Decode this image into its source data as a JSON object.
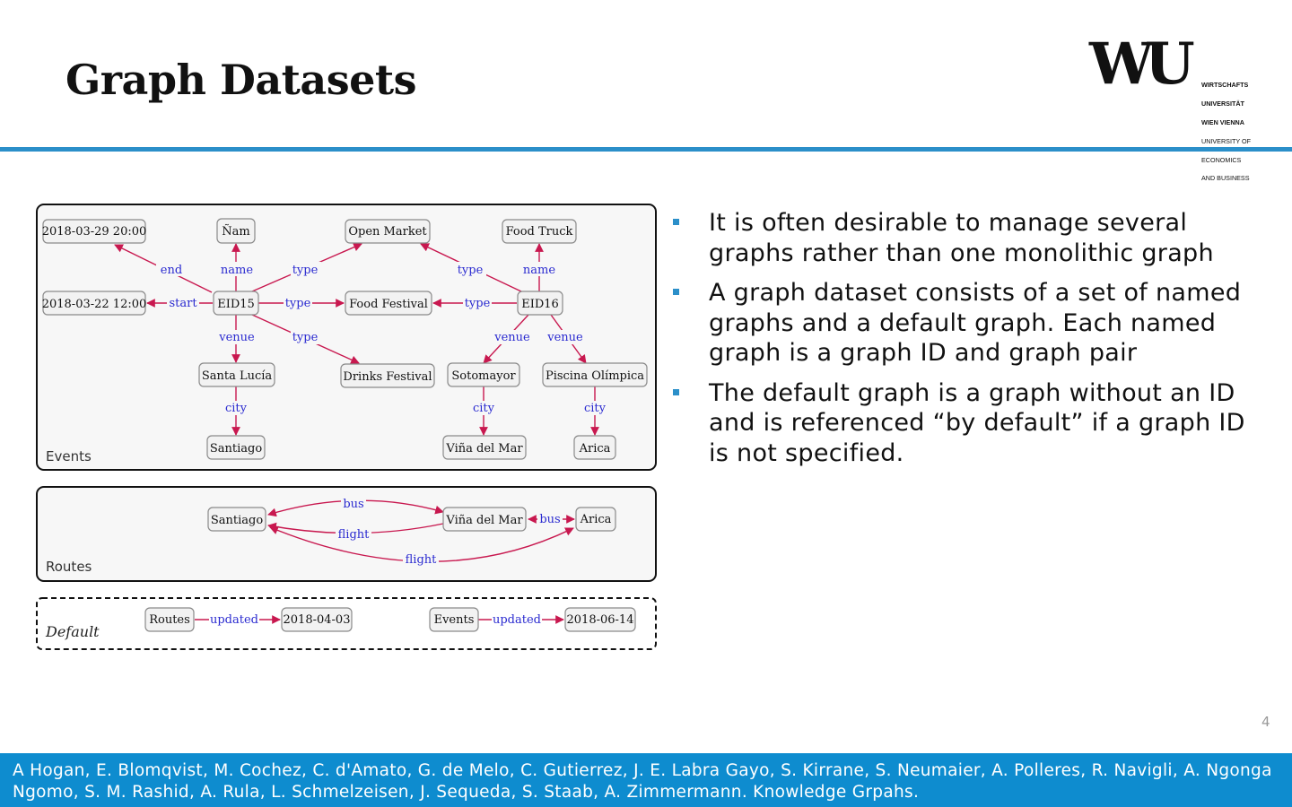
{
  "slide": {
    "title": "Graph Datasets",
    "page_number": "4"
  },
  "logo": {
    "mark": "WU",
    "lines": [
      "WIRTSCHAFTS",
      "UNIVERSITÄT",
      "WIEN VIENNA",
      "UNIVERSITY OF",
      "ECONOMICS",
      "AND BUSINESS"
    ]
  },
  "bullets": [
    "It is often desirable to manage several graphs rather than one monolithic graph",
    "A graph dataset consists of a set of named graphs and a default graph. Each named graph is a graph ID and graph pair",
    "The default graph is a graph without an ID and is referenced “by default” if a graph ID is not specified."
  ],
  "footer": {
    "citation": "A Hogan, E. Blomqvist, M. Cochez, C. d'Amato, G. de Melo, C. Gutierrez, J. E. Labra Gayo, S. Kirrane, S. Neumaier, A. Polleres, R. Navigli, A. Ngonga Ngomo, S. M. Rashid, A. Rula, L. Schmelzeisen, J. Sequeda, S. Staab, A. Zimmermann. Knowledge Grpahs."
  },
  "diagram": {
    "colors": {
      "edge": "#c8184f",
      "edge_label": "#2a2ad0",
      "node_fill": "#f2f2f2",
      "node_stroke": "#8a8a8a"
    },
    "panels": {
      "events": "Events",
      "routes": "Routes",
      "default": "Default"
    },
    "nodes": {
      "d1": "2018-03-29 20:00",
      "nam": "Ñam",
      "open_market": "Open Market",
      "food_truck": "Food Truck",
      "d2": "2018-03-22 12:00",
      "eid15": "EID15",
      "food_festival": "Food Festival",
      "eid16": "EID16",
      "santa_lucia": "Santa Lucía",
      "drinks_festival": "Drinks Festival",
      "sotomayor": "Sotomayor",
      "piscina": "Piscina Olímpica",
      "santiago": "Santiago",
      "vina": "Viña del Mar",
      "arica": "Arica",
      "r_santiago": "Santiago",
      "r_vina": "Viña del Mar",
      "r_arica": "Arica",
      "def_routes": "Routes",
      "def_date1": "2018-04-03",
      "def_events": "Events",
      "def_date2": "2018-06-14"
    },
    "edges": {
      "end": "end",
      "name1": "name",
      "type1": "type",
      "type2": "type",
      "name2": "name",
      "start": "start",
      "type3": "type",
      "type4": "type",
      "venue1": "venue",
      "type5": "type",
      "venue2": "venue",
      "venue3": "venue",
      "city1": "city",
      "city2": "city",
      "city3": "city",
      "bus1": "bus",
      "flight1": "flight",
      "bus2": "bus",
      "flight2": "flight",
      "updated1": "updated",
      "updated2": "updated"
    }
  }
}
